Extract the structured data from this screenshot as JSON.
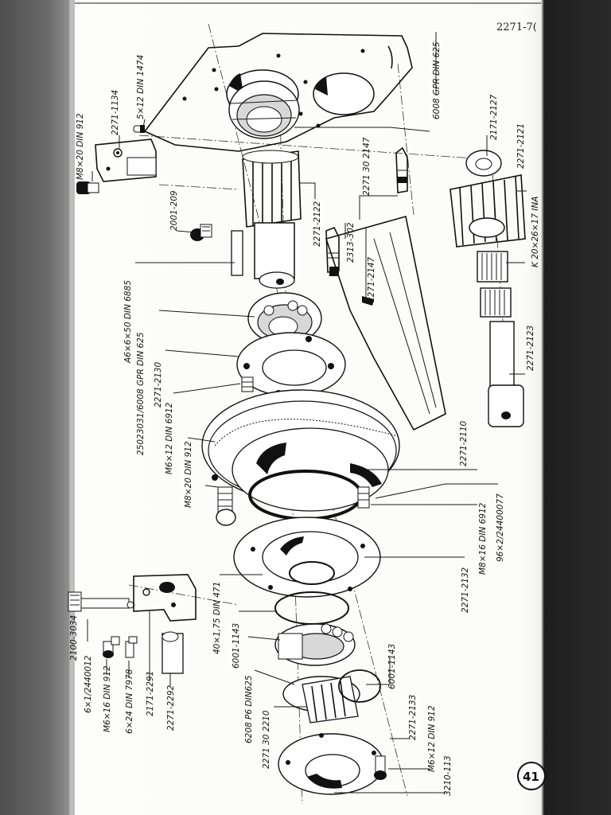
{
  "header": {
    "doc_number": "2271-7("
  },
  "page_number": "41",
  "labels": {
    "l01": "M8×20 DIN 912",
    "l02": "2271-1134",
    "l03": "5×12 DIN 1474",
    "l04": "6008 GPR DIN 625",
    "l05": "2171-2127",
    "l06": "2271-2121",
    "l07": "K 20×26×17 INA",
    "l08": "2001-209",
    "l09": "2271 30 2147",
    "l10": "2271-2122",
    "l11": "2313-302",
    "l12": "2271-2147",
    "l13": "A6×6×50 DIN 6885",
    "l14": "2271-2123",
    "l15": "25023031/6008 GPR DIN 625",
    "l16": "2271-2130",
    "l17": "M6×12 DIN 6912",
    "l18": "M8×20 DIN 912",
    "l19": "2271-2110",
    "l20": "96×2/24400077",
    "l21": "M8×16 DIN 6912",
    "l22": "2271-2132",
    "l23": "40×1,75 DIN 471",
    "l24": "6001-1143",
    "l25": "6001-1143",
    "l26": "6208 P6 DIN625",
    "l27": "2271 30 2210",
    "l28": "2271-2133",
    "l29": "M6×12 DIN 912",
    "l30": "3210-113",
    "l31": "2100-3034",
    "l32": "6×1/2440012",
    "l33": "M6×16 DIN 912",
    "l34": "6×24 DIN 7978",
    "l35": "2171-2291",
    "l36": "2271-2292"
  }
}
